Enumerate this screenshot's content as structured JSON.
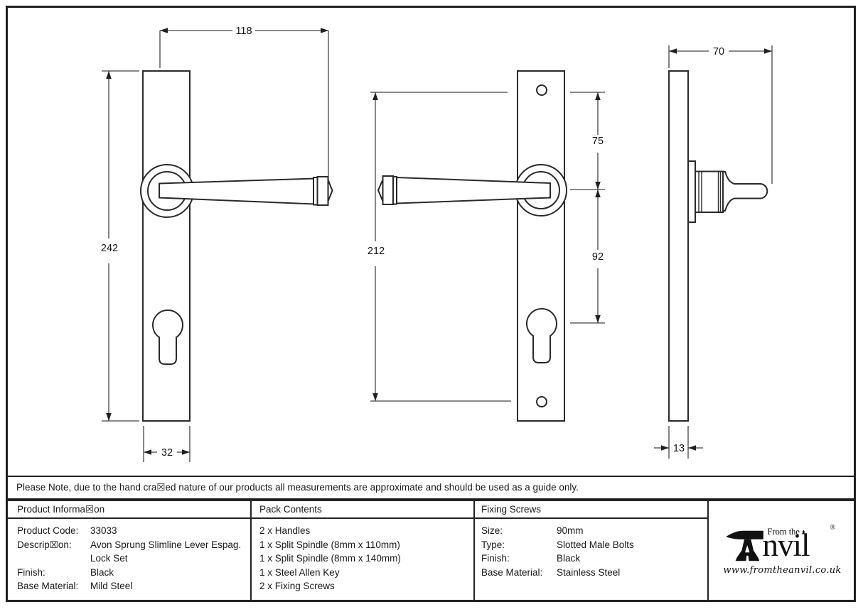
{
  "dimensions": {
    "front": {
      "overall_width": "118",
      "plate_height": "242",
      "plate_width": "32"
    },
    "reverse": {
      "screw_spacing": "212",
      "top_screw_to_handle": "75",
      "handle_to_cylinder": "92"
    },
    "side": {
      "projection": "70",
      "plate_width": "13"
    }
  },
  "note": {
    "text": "Please Note, due to the hand cra☒ed nature of our products all measurements are approximate and should be used as a guide only."
  },
  "table": {
    "product_information": {
      "header": "Product Informa☒on",
      "rows": [
        {
          "label": "Product Code:",
          "value": "33033"
        },
        {
          "label": "Descrip☒on:",
          "value": "Avon Sprung Slimline Lever Espag."
        },
        {
          "label": "",
          "value": "Lock Set"
        },
        {
          "label": "Finish:",
          "value": "Black"
        },
        {
          "label": "Base Material:",
          "value": "Mild Steel"
        }
      ]
    },
    "pack_contents": {
      "header": "Pack Contents",
      "items": [
        "2 x Handles",
        "1 x Split Spindle (8mm x 110mm)",
        "1 x Split Spindle (8mm x 140mm)",
        "1 x Steel Allen Key",
        "2 x Fixing Screws"
      ]
    },
    "fixing_screws": {
      "header": "Fixing Screws",
      "rows": [
        {
          "label": "Size:",
          "value": "90mm"
        },
        {
          "label": "Type:",
          "value": "Slotted Male Bolts"
        },
        {
          "label": "Finish:",
          "value": "Black"
        },
        {
          "label": "Base Material:",
          "value": "Stainless Steel"
        }
      ]
    }
  },
  "logo": {
    "from_the": "From the",
    "diamond": "♦",
    "brand_suffix": "nvil",
    "registered": "®",
    "website": "www.fromtheanvil.co.uk"
  },
  "colors": {
    "line": "#2a2a2a",
    "dimension_line": "#454545",
    "text": "#1a1a1a",
    "background": "#ffffff"
  }
}
